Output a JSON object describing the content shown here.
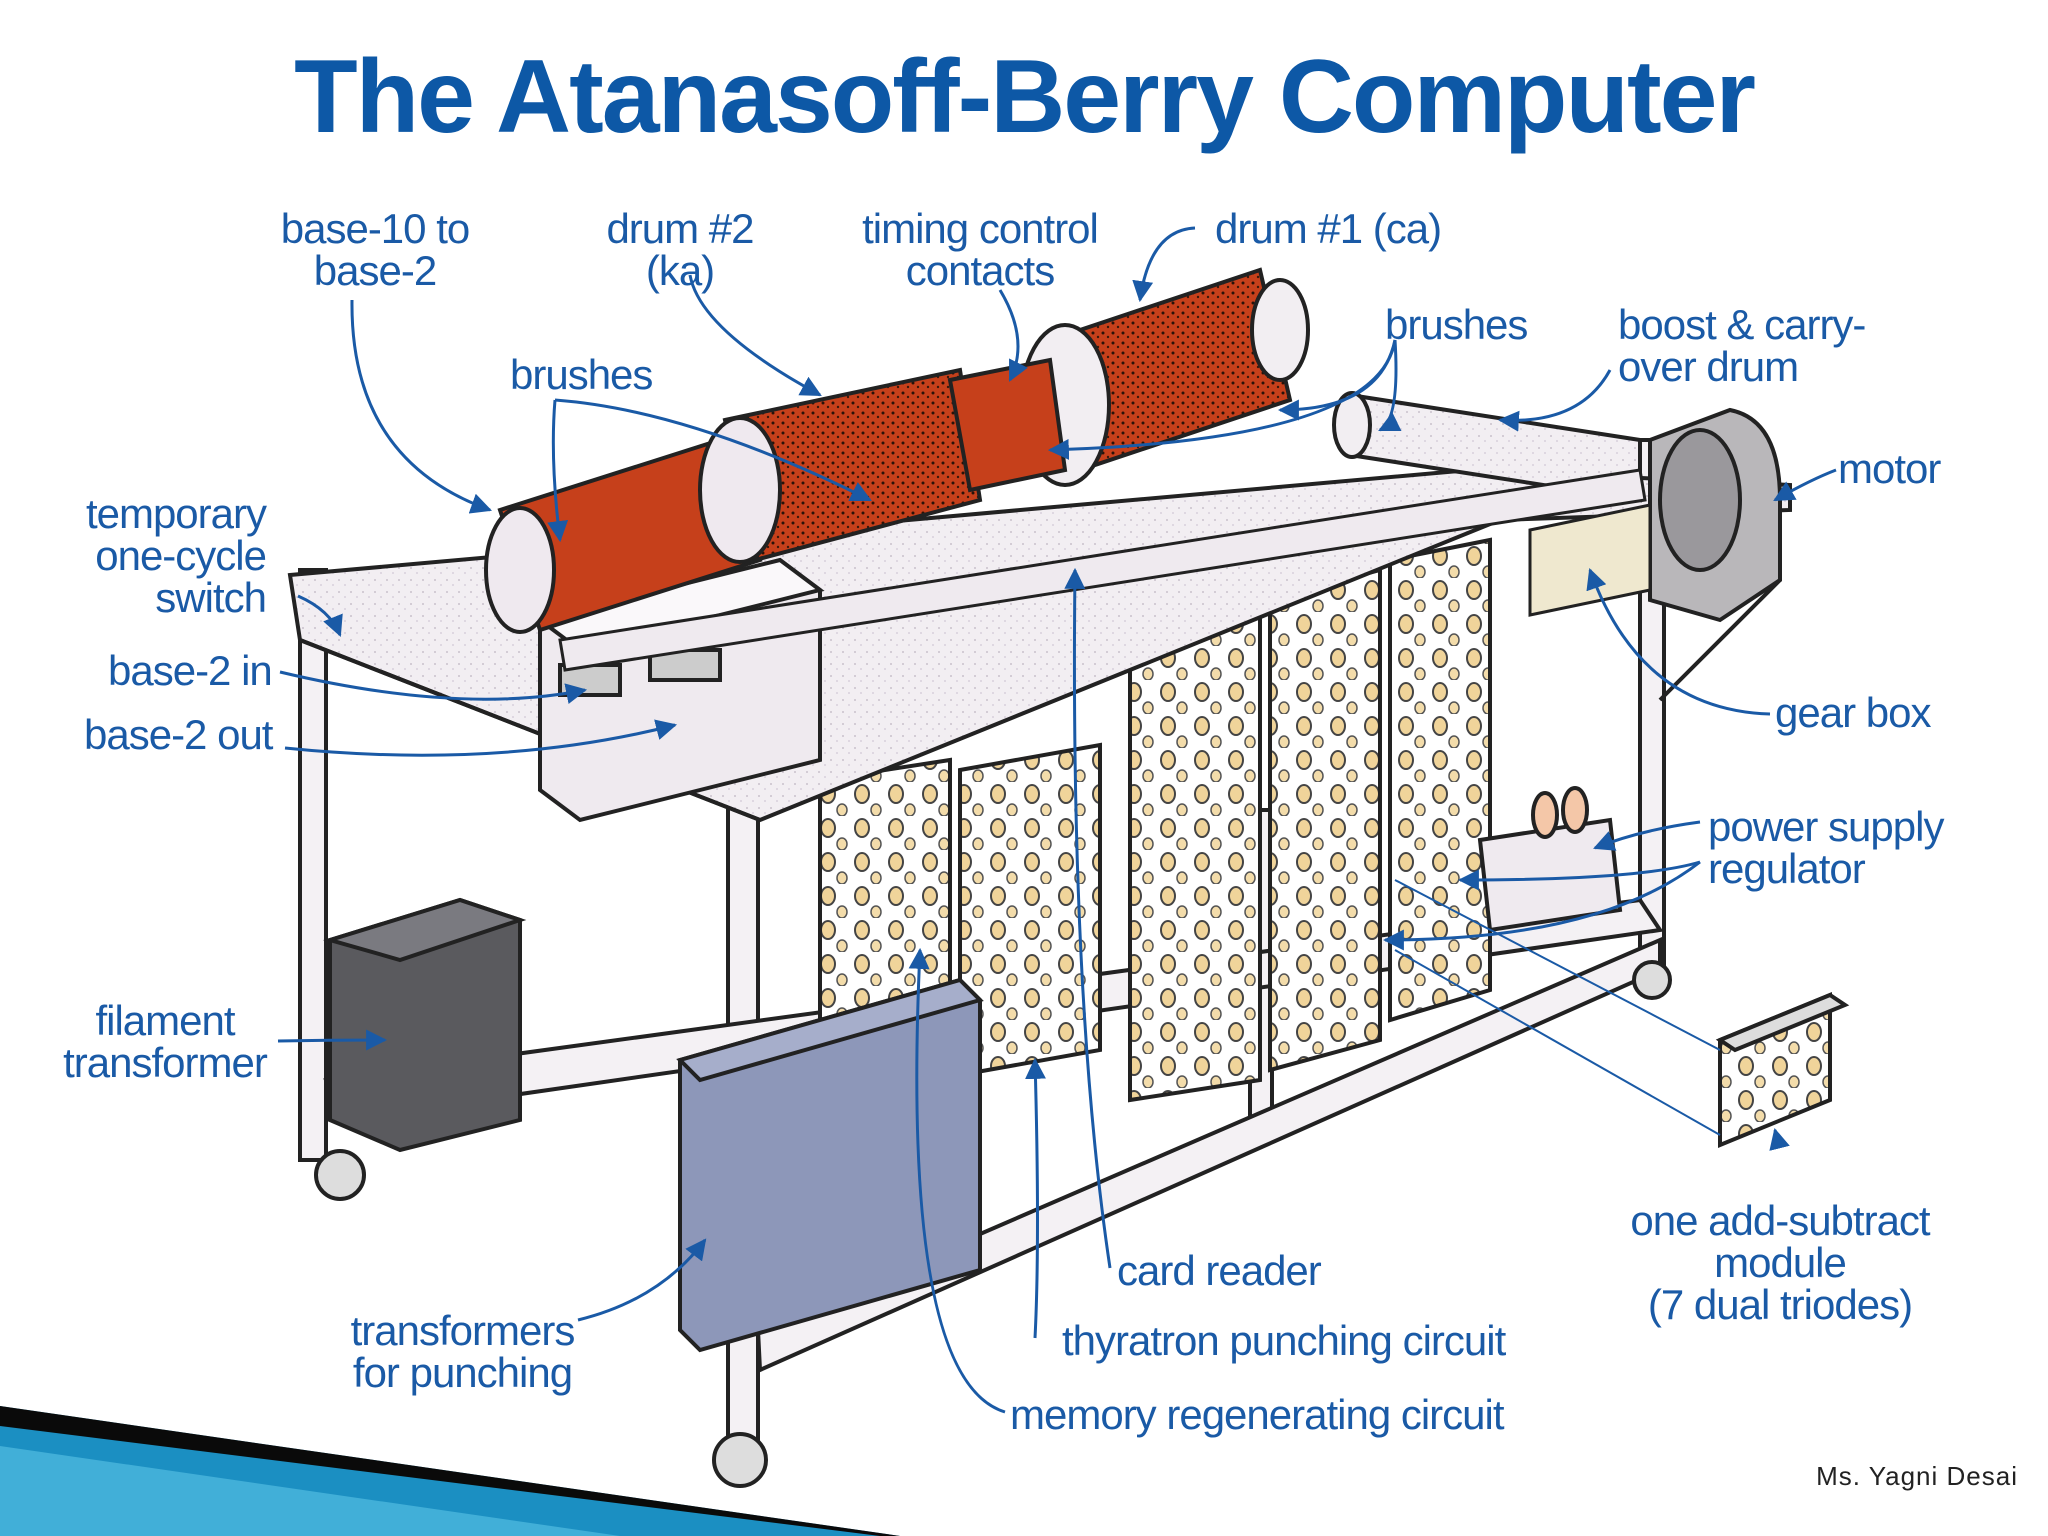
{
  "slide": {
    "title": "The Atanasoff-Berry Computer",
    "author": "Ms. Yagni Desai"
  },
  "labels": {
    "base10_to_base2": "base-10 to\nbase-2",
    "drum2": "drum #2\n(ka)",
    "timing_control": "timing control\ncontacts",
    "drum1": "drum #1  (ca)",
    "brushes_top": "brushes",
    "brushes_left": "brushes",
    "boost_carry": "boost  & carry-\nover drum",
    "motor": "motor",
    "temp_switch": "temporary\none-cycle\nswitch",
    "base2_in": "base-2 in",
    "base2_out": "base-2 out",
    "gear_box": "gear box",
    "power_supply": "power supply\nregulator",
    "filament": "filament\ntransformer",
    "add_subtract": "one add-subtract\nmodule\n(7 dual triodes)",
    "card_reader": "card reader",
    "thyratron": "thyratron punching circuit",
    "transformers_punching": "transformers\nfor punching",
    "memory_regen": "memory regenerating circuit"
  },
  "colors": {
    "title": "#0d58a6",
    "label": "#1a5aa6",
    "drum": "#c6401b",
    "frame": "#f0ecf0",
    "tube": "#f3d9a0",
    "accent": "#1b8fc2"
  }
}
